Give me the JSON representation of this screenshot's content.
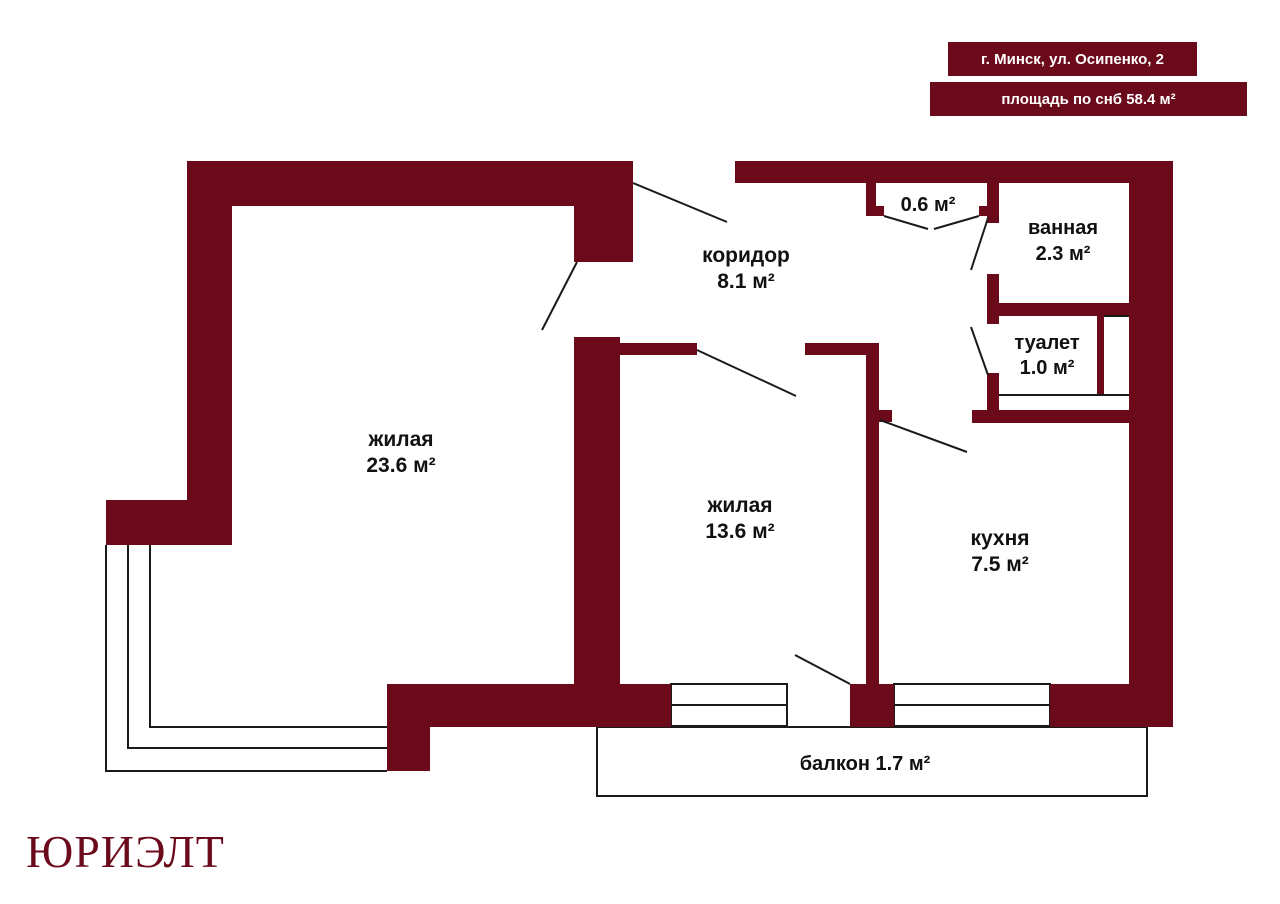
{
  "header": {
    "address": "г. Минск, ул. Осипенко, 2",
    "total_area": "площадь по снб 58.4 м²"
  },
  "rooms": {
    "living_large": {
      "name": "жилая",
      "area": "23.6 м²"
    },
    "living_small": {
      "name": "жилая",
      "area": "13.6 м²"
    },
    "corridor": {
      "name": "коридор",
      "area": "8.1 м²"
    },
    "storage": {
      "area": "0.6 м²"
    },
    "bathroom": {
      "name": "ванная",
      "area": "2.3 м²"
    },
    "toilet": {
      "name": "туалет",
      "area": "1.0 м²"
    },
    "kitchen": {
      "name": "кухня",
      "area": "7.5 м²"
    },
    "balcony": {
      "label": "балкон 1.7 м²"
    }
  },
  "brand": {
    "logo_text": "ЮРИЭЛТ"
  },
  "colors": {
    "wall": "#6b0a1a",
    "background": "#ffffff",
    "line": "#1a1a1a"
  }
}
